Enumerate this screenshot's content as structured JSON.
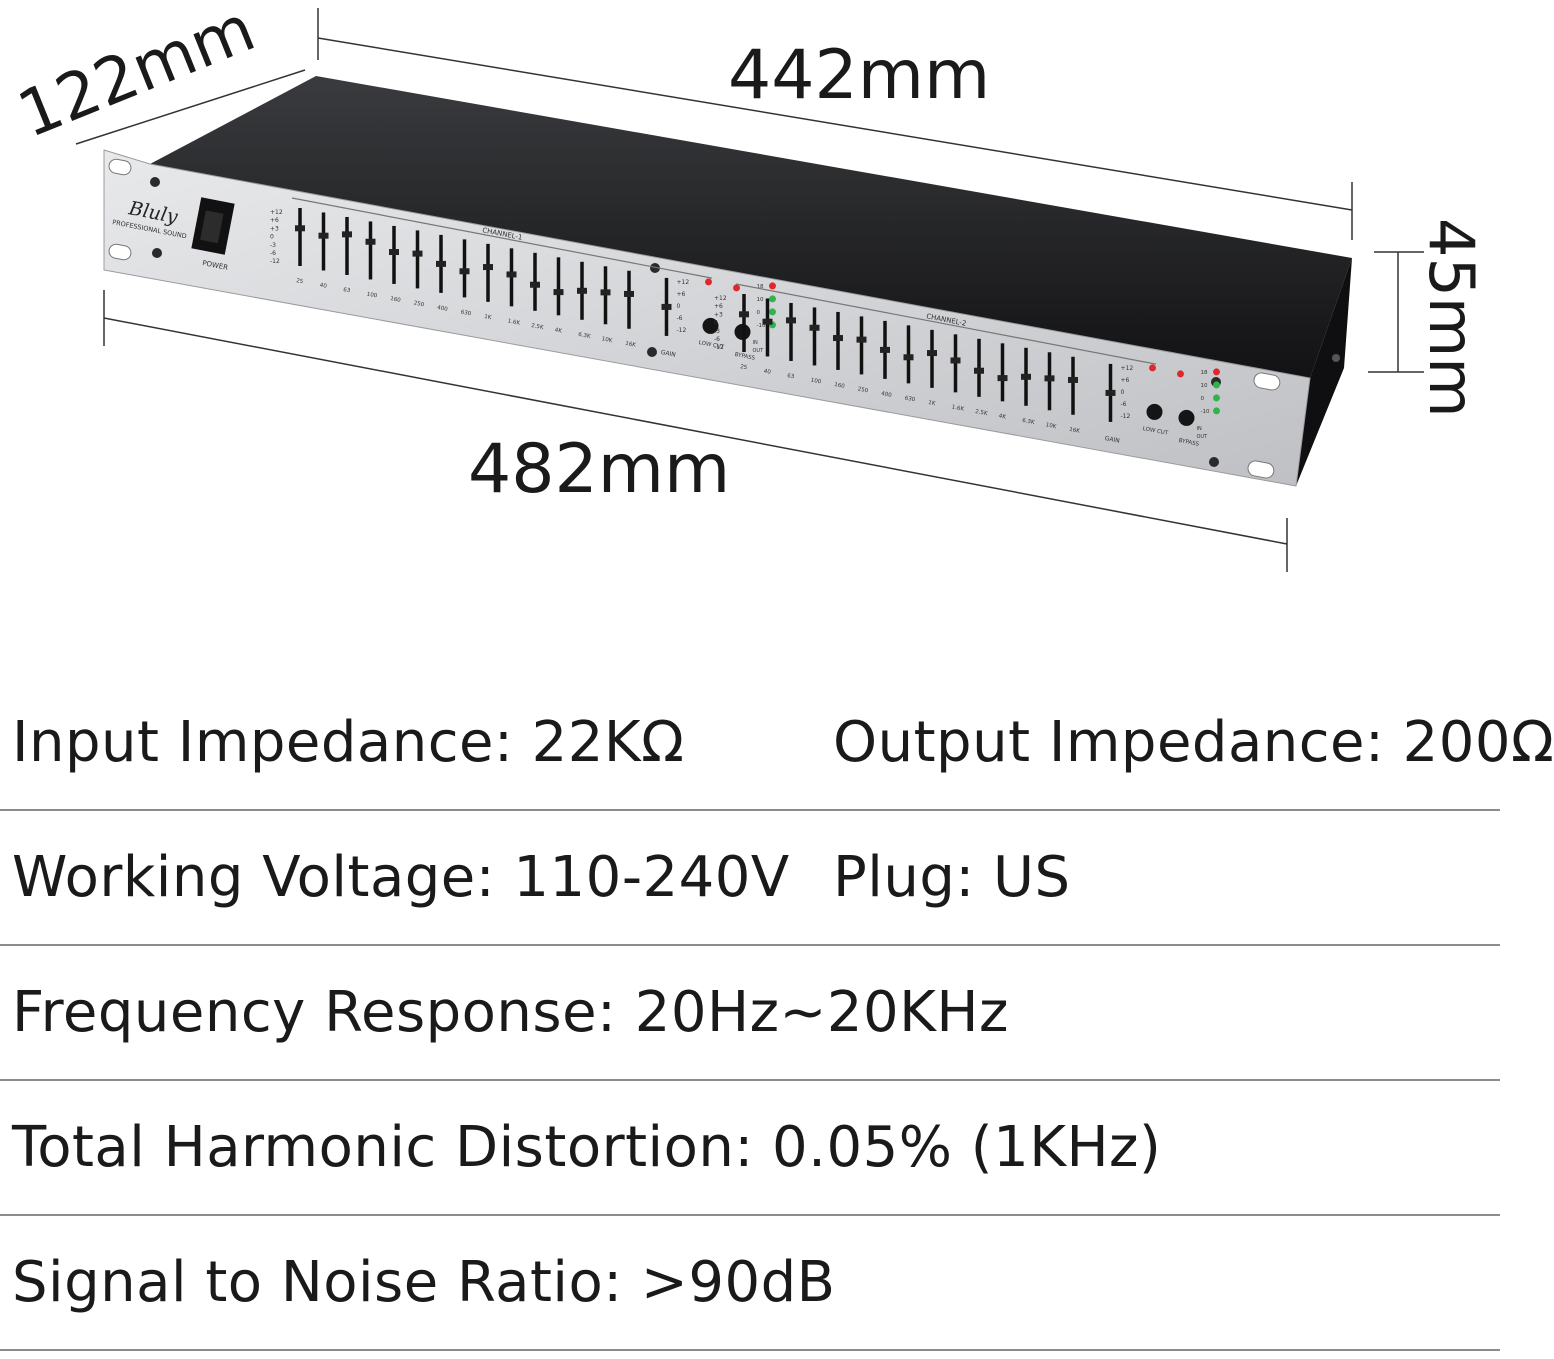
{
  "dimensions": {
    "depth": "122mm",
    "width": "442mm",
    "height": "45mm",
    "rack_width": "482mm"
  },
  "device": {
    "brand": "Bluly",
    "brand_sub": "PROFESSIONAL SOUND",
    "power_label": "POWER",
    "channel_1_label": "CHANNEL-1",
    "channel_2_label": "CHANNEL-2",
    "gain_label": "GAIN",
    "low_cut_label": "LOW CUT",
    "bypass_label": "BYPASS",
    "in_label": "IN",
    "out_label": "OUT",
    "frequencies": [
      "25",
      "40",
      "63",
      "100",
      "160",
      "250",
      "400",
      "630",
      "1K",
      "1.6K",
      "2.5K",
      "4K",
      "6.3K",
      "10K",
      "16K"
    ],
    "eq_scale": [
      "+12",
      "+6",
      "+3",
      "0",
      "-3",
      "-6",
      "-12"
    ],
    "gain_scale": [
      "+12",
      "+6",
      "0",
      "-6",
      "-12"
    ],
    "meter_scale": [
      "18",
      "10",
      "0",
      "-10"
    ],
    "colors": {
      "panel": "#d9dadc",
      "chassis": "#1c1c1e",
      "led_red": "#e3262b",
      "led_green": "#2fb34a"
    }
  },
  "specs": [
    {
      "left": "Input Impedance: 22KΩ",
      "right": "Output Impedance: 200Ω"
    },
    {
      "left": "Working Voltage: 110-240V",
      "right": "Plug: US"
    },
    {
      "left": "Frequency Response: 20Hz~20KHz"
    },
    {
      "left": "Total Harmonic Distortion: 0.05% (1KHz)"
    },
    {
      "left": "Signal to Noise Ratio: >90dB"
    }
  ]
}
